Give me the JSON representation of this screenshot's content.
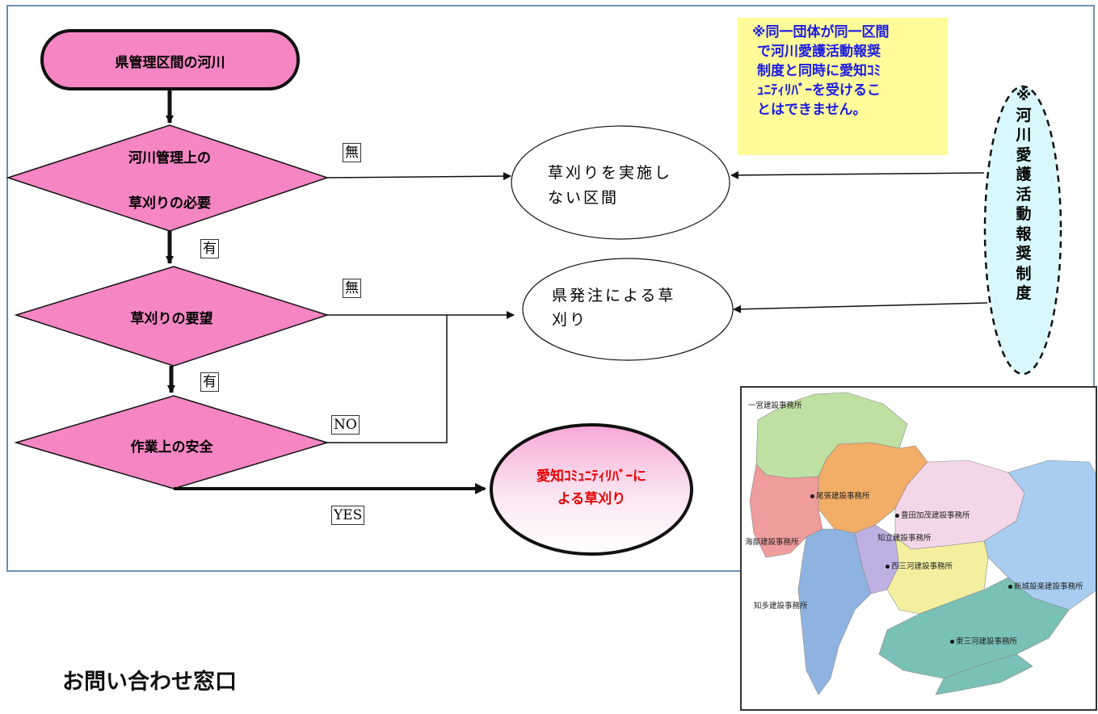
{
  "flow": {
    "start": "県管理区間の河川",
    "decision1": [
      "河川管理上の",
      "草刈りの必要"
    ],
    "decision2": "草刈りの要望",
    "decision3": "作業上の安全",
    "no_label_1": "無",
    "yes_label_1": "有",
    "no_label_2": "無",
    "yes_label_2": "有",
    "no_label_3": "NO",
    "yes_label_3": "YES",
    "oval1": [
      "草刈りを実施し",
      "ない区間"
    ],
    "oval2": [
      "県発注による草",
      "刈り"
    ],
    "result": [
      "愛知ｺﾐｭﾆﾃｨﾘﾊﾞｰに",
      "よる草刈り"
    ],
    "side_program": "※河川愛護活動報奨制度"
  },
  "note": {
    "lines": [
      "※同一団体が同一区間",
      "で河川愛護活動報奨",
      "制度と同時に愛知ｺﾐ",
      "ｭﾆﾃｨﾘﾊﾞｰを受けるこ",
      "とはできません。"
    ]
  },
  "contact": {
    "title": "お問い合わせ窓口"
  },
  "map": {
    "offices": [
      "一宮建設事務所",
      "尾張建設事務所",
      "豊田加茂建設事務所",
      "海部建設事務所",
      "知立建設事務所",
      "西三河建設事務所",
      "新城設楽建設事務所",
      "知多建設事務所",
      "東三河建設事務所"
    ]
  },
  "colors": {
    "decision_fill": "#f585c3",
    "note_bg": "#fffb99",
    "note_text": "#1a1ae6",
    "side_fill": "#d9f8fd",
    "result_text": "#e60000",
    "frame": "#6f8fb5"
  }
}
